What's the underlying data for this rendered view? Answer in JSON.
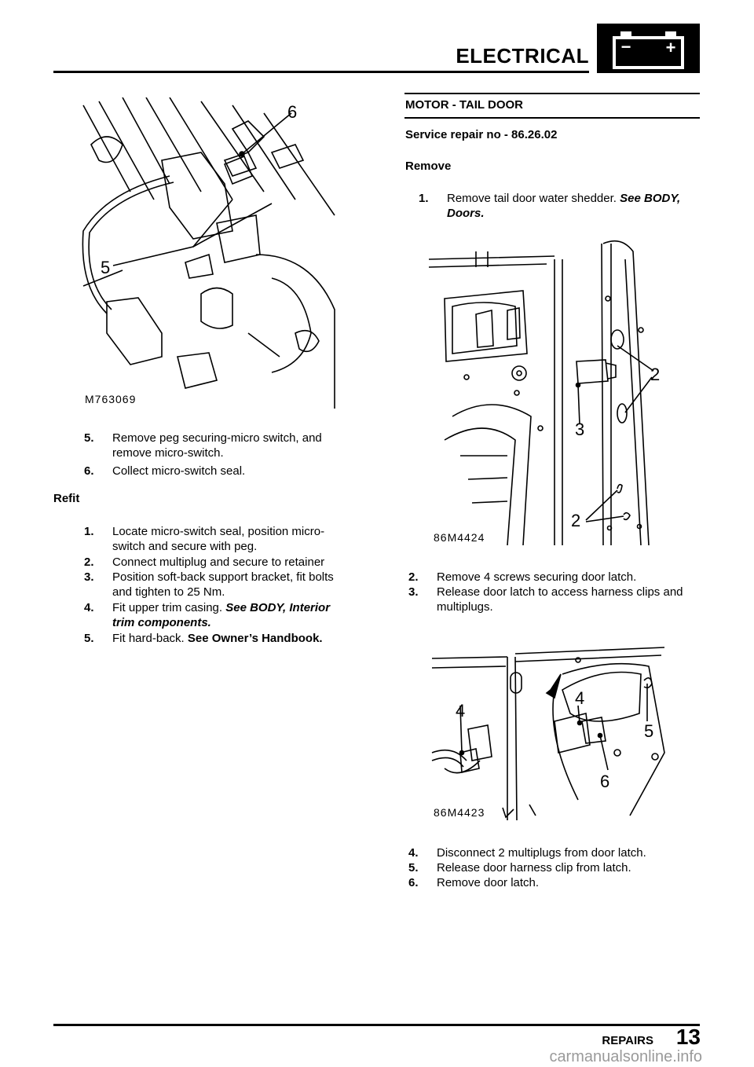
{
  "header": {
    "title": "ELECTRICAL",
    "battery_minus": "−",
    "battery_plus": "+"
  },
  "left": {
    "figure": {
      "label": "M763069",
      "callouts": [
        "6",
        "5"
      ]
    },
    "steps_a": [
      {
        "num": "5.",
        "text": "Remove peg securing-micro switch, and remove micro-switch."
      },
      {
        "num": "6.",
        "text": "Collect micro-switch seal."
      }
    ],
    "refit_heading": "Refit",
    "steps_b": [
      {
        "num": "1.",
        "text": "Locate micro-switch seal, position micro-switch and secure with peg."
      },
      {
        "num": "2.",
        "text": "Connect multiplug and secure to retainer"
      },
      {
        "num": "3.",
        "text": "Position soft-back support bracket, fit bolts and tighten to 25 Nm."
      }
    ],
    "step4": {
      "num": "4.",
      "text": "Fit upper trim casing.",
      "ref": "See BODY, Interior trim components."
    },
    "step5": {
      "num": "5.",
      "text": "Fit hard-back.",
      "ref": "See Owner’s Handbook."
    }
  },
  "right": {
    "section_title": "MOTOR - TAIL DOOR",
    "service_no": "Service repair no - 86.26.02",
    "remove_heading": "Remove",
    "step1": {
      "num": "1.",
      "text": "Remove tail door water shedder.",
      "ref": "See BODY, Doors."
    },
    "figure1": {
      "label": "86M4424",
      "callouts": [
        "2",
        "3",
        "2"
      ]
    },
    "steps_c": [
      {
        "num": "2.",
        "text": "Remove 4 screws securing door latch."
      },
      {
        "num": "3.",
        "text": "Release door latch to access harness clips and multiplugs."
      }
    ],
    "figure2": {
      "label": "86M4423",
      "callouts": [
        "4",
        "4",
        "5",
        "6"
      ]
    },
    "steps_d": [
      {
        "num": "4.",
        "text": "Disconnect 2 multiplugs from door latch."
      },
      {
        "num": "5.",
        "text": "Release door harness clip from latch."
      },
      {
        "num": "6.",
        "text": "Remove door latch."
      }
    ]
  },
  "footer": {
    "label": "REPAIRS",
    "page": "13",
    "watermark": "carmanualsonline.info"
  }
}
